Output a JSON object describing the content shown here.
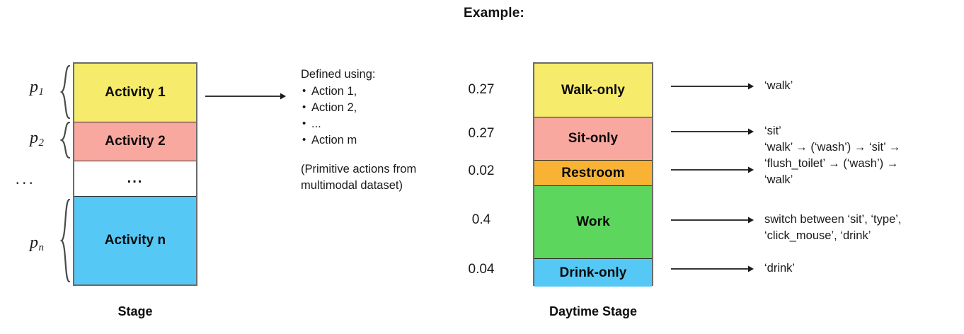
{
  "header": {
    "example_label": "Example:"
  },
  "left_panel": {
    "caption": "Stage",
    "probabilities": [
      {
        "base": "p",
        "sub": "1"
      },
      {
        "base": "p",
        "sub": "2"
      },
      {
        "base": "",
        "sub": ""
      },
      {
        "base": "p",
        "sub": "n"
      }
    ],
    "ellipsis_label": "...",
    "segments": [
      {
        "label": "Activity 1",
        "color": "#F7EB6B"
      },
      {
        "label": "Activity 2",
        "color": "#F9A8A0"
      },
      {
        "label": "...",
        "color": "#FFFFFF"
      },
      {
        "label": "Activity n",
        "color": "#56C8F5"
      }
    ]
  },
  "middle_panel": {
    "defined_title": "Defined using:",
    "actions": [
      "Action 1,",
      "Action 2,",
      "...",
      "Action m"
    ],
    "primitive_note": "(Primitive actions from multimodal dataset)"
  },
  "right_panel": {
    "caption": "Daytime Stage",
    "probabilities": [
      "0.27",
      "0.27",
      "0.02",
      "0.4",
      "0.04"
    ],
    "segments": [
      {
        "label": "Walk-only",
        "color": "#F7EB6B"
      },
      {
        "label": "Sit-only",
        "color": "#F9A8A0"
      },
      {
        "label": "Restroom",
        "color": "#F9B233"
      },
      {
        "label": "Work",
        "color": "#5CD65C"
      },
      {
        "label": "Drink-only",
        "color": "#56C8F5"
      }
    ],
    "annotations": [
      {
        "lines": [
          "‘walk’"
        ]
      },
      {
        "lines": [
          "‘sit’"
        ]
      },
      {
        "lines": [
          "‘walk’ → (‘wash’) → ‘sit’ →",
          "‘flush_toilet’ → (‘wash’) →",
          "‘walk’"
        ]
      },
      {
        "lines": [
          "switch between ‘sit’, ‘type’,",
          "‘click_mouse’, ‘drink’"
        ]
      },
      {
        "lines": [
          "‘drink’"
        ]
      }
    ]
  },
  "colors": {
    "yellow": "#F7EB6B",
    "pink": "#F9A8A0",
    "orange": "#F9B233",
    "green": "#5CD65C",
    "blue": "#56C8F5",
    "stroke": "#2b2b2b",
    "outer_stroke": "#6b6b6b"
  }
}
